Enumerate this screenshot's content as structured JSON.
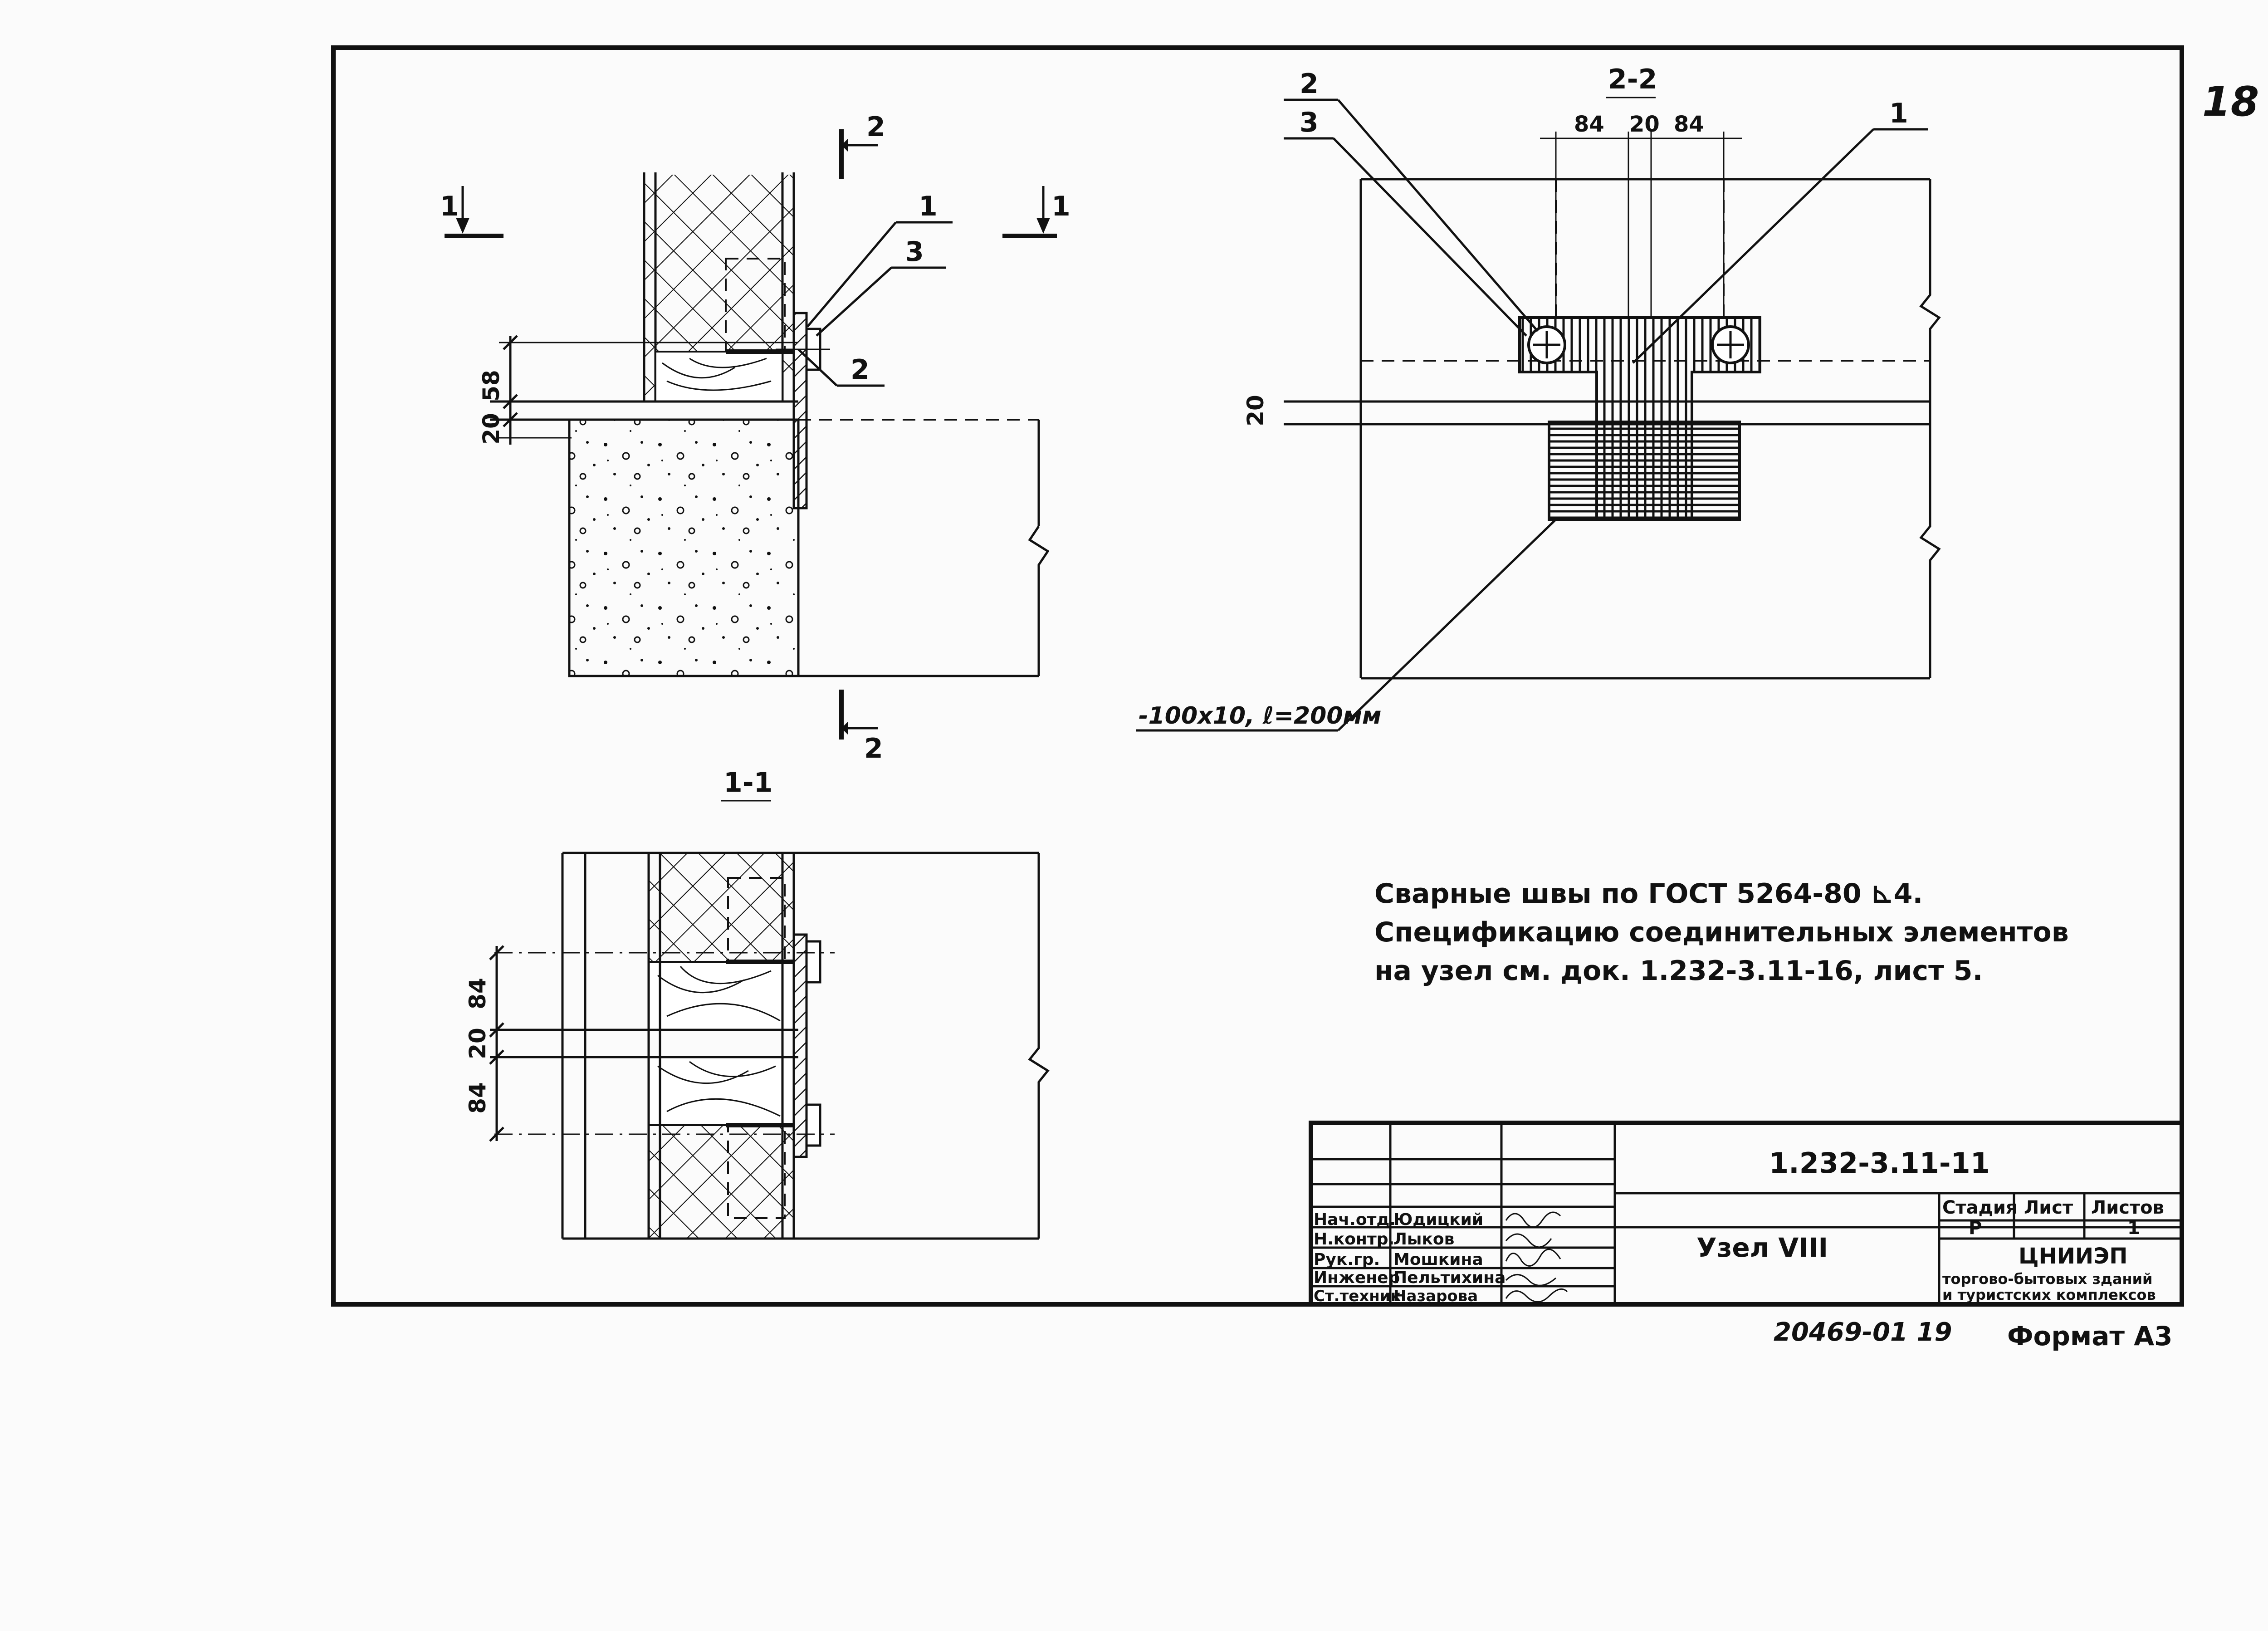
{
  "sheet_number": "18",
  "section_labels": {
    "cut_1": "1",
    "cut_2": "2",
    "section_1_1": "1-1",
    "section_2_2": "2-2"
  },
  "callouts": {
    "item_1": "1",
    "item_2": "2",
    "item_3": "3"
  },
  "dimensions": {
    "d58": "58",
    "d20": "20",
    "d84": "84"
  },
  "plate_spec": "-100x10, ℓ=200мм",
  "notes": [
    "Сварные швы по ГОСТ 5264-80 ⊾4.",
    "Спецификацию соединительных элементов",
    "на узел см. док. 1.232-3.11-16, лист 5."
  ],
  "title_block": {
    "document_code": "1.232-3.11-11",
    "drawing_title": "Узел VIII",
    "col_stage": "Стадия",
    "col_sheet": "Лист",
    "col_sheets": "Листов",
    "stage_value": "Р",
    "sheets_value": "1",
    "organization": "ЦНИИЭП",
    "organization_sub_1": "торгово-бытовых зданий",
    "organization_sub_2": "и туристских комплексов",
    "signatures": [
      {
        "role": "Нач.отд.",
        "name": "Юдицкий"
      },
      {
        "role": "Н.контр.",
        "name": "Лыков"
      },
      {
        "role": "Рук.гр.",
        "name": "Мошкина"
      },
      {
        "role": "Инженер",
        "name": "Пельтихина"
      },
      {
        "role": "Ст.техник",
        "name": "Назарова"
      }
    ]
  },
  "archive_number": "20469-01 19",
  "format_label": "Формат А3"
}
